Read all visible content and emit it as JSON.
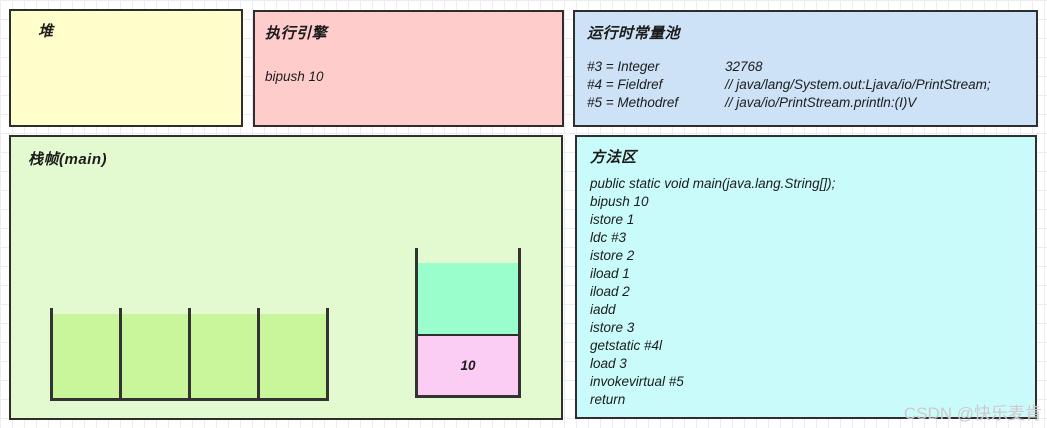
{
  "watermark": "CSDN @快乐麦肯",
  "colors": {
    "heap_bg": "#ffffcc",
    "engine_bg": "#ffcccc",
    "pool_bg": "#cde2f6",
    "frame_bg": "#e3fad0",
    "method_bg": "#c9fbfb",
    "slot_fill": "#c9f69a",
    "operand_top_fill": "#99fecb",
    "operand_bottom_fill": "#fccdf4",
    "border": "#2e2e2e",
    "grid_line": "#ececf0"
  },
  "heap": {
    "title": "堆"
  },
  "engine": {
    "title": "执行引擎",
    "current_instruction": "bipush 10"
  },
  "constant_pool": {
    "title": "运行时常量池",
    "entries": [
      {
        "key": "#3 = Integer",
        "value": "32768"
      },
      {
        "key": "#4 = Fieldref",
        "value": "// java/lang/System.out:Ljava/io/PrintStream;"
      },
      {
        "key": "#5 = Methodref",
        "value": "// java/io/PrintStream.println:(I)V"
      }
    ]
  },
  "stack_frame": {
    "title": "栈帧(main)",
    "local_variables": {
      "slots": [
        "",
        "",
        "",
        ""
      ]
    },
    "operand_stack": {
      "cells": [
        {
          "value": ""
        },
        {
          "value": "10"
        }
      ]
    }
  },
  "method_area": {
    "title": "方法区",
    "lines": [
      "public static void main(java.lang.String[]);",
      "bipush 10",
      "istore 1",
      "ldc #3",
      "istore 2",
      "iload 1",
      "iload 2",
      "iadd",
      "istore 3",
      "getstatic #4l",
      "load 3",
      "invokevirtual #5",
      "return"
    ]
  }
}
